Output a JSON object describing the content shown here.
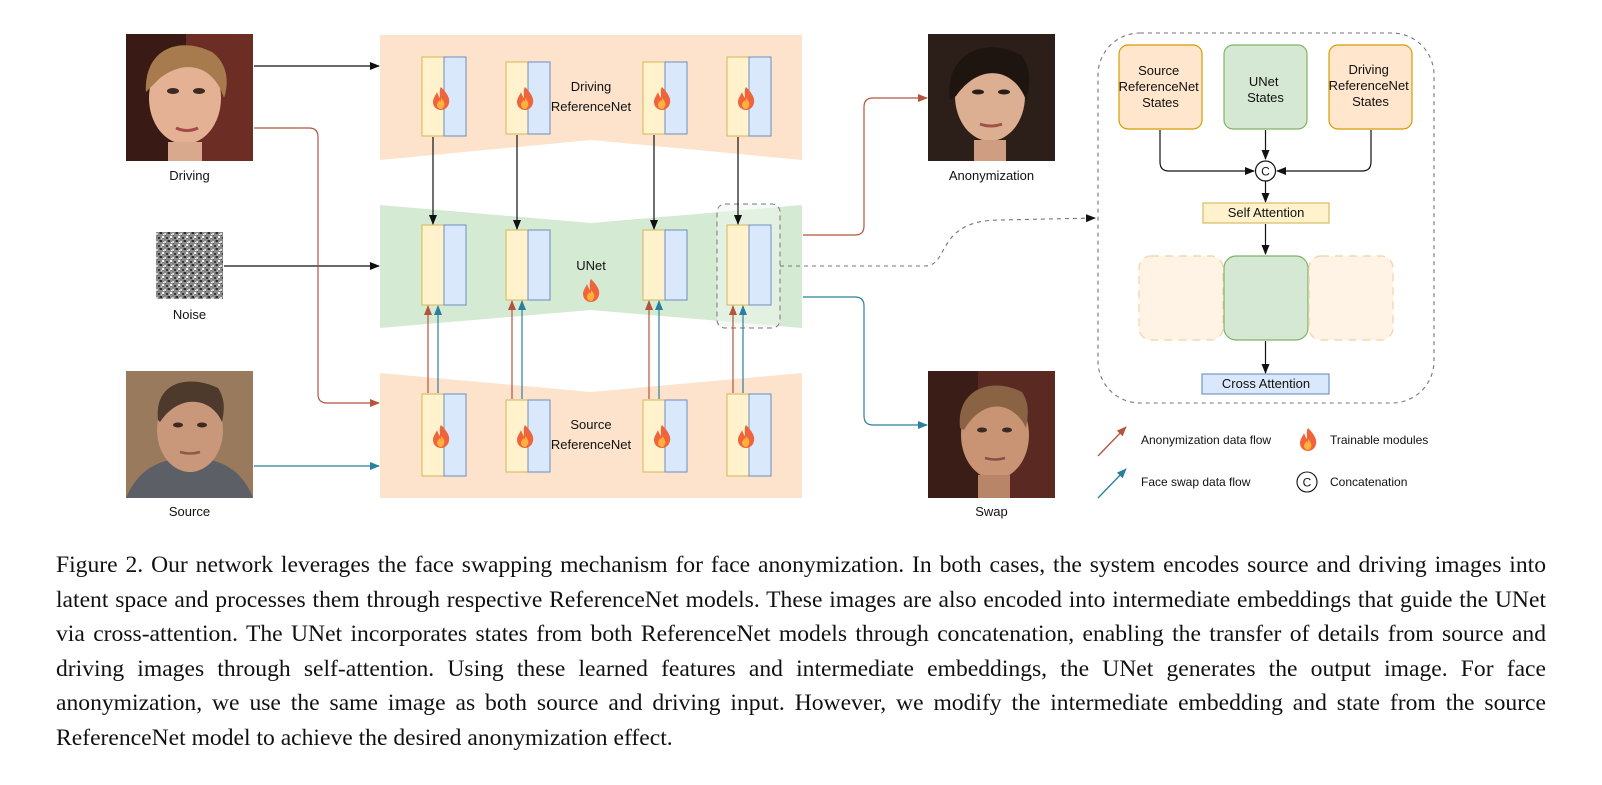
{
  "inputs": {
    "driving_label": "Driving",
    "noise_label": "Noise",
    "source_label": "Source"
  },
  "networks": {
    "driving_refnet": [
      "Driving",
      "ReferenceNet"
    ],
    "unet": "UNet",
    "source_refnet": [
      "Source",
      "ReferenceNet"
    ]
  },
  "outputs": {
    "anonymization_label": "Anonymization",
    "swap_label": "Swap"
  },
  "attention_detail": {
    "source_states": [
      "Source",
      "ReferenceNet",
      "States"
    ],
    "unet_states": [
      "UNet",
      "States"
    ],
    "driving_states": [
      "Driving",
      "ReferenceNet",
      "States"
    ],
    "concat_symbol": "C",
    "self_attention": "Self Attention",
    "cross_attention": "Cross Attention"
  },
  "legend": {
    "anonymization_flow": "Anonymization data flow",
    "face_swap_flow": "Face swap data flow",
    "trainable": "Trainable modules",
    "concatenation": "Concatenation",
    "concat_symbol": "C"
  },
  "colors": {
    "peach": "#fde2cc",
    "green": "#d5ead2",
    "yellow_block": "#fff2cc",
    "yellow_border": "#d6b656",
    "blue_block": "#dae8fc",
    "blue_border": "#6c8ebf",
    "red_flow": "#b5533c",
    "teal_flow": "#2a7f9e",
    "flame": "#f0643c"
  },
  "caption": "Figure 2. Our network leverages the face swapping mechanism for face anonymization. In both cases, the system encodes source and driving images into latent space and processes them through respective ReferenceNet models. These images are also encoded into intermediate embeddings that guide the UNet via cross-attention. The UNet incorporates states from both ReferenceNet models through concatenation, enabling the transfer of details from source and driving images through self-attention. Using these learned features and intermediate embeddings, the UNet generates the output image. For face anonymization, we use the same image as both source and driving input. However, we modify the intermediate embedding and state from the source ReferenceNet model to achieve the desired anonymization effect."
}
